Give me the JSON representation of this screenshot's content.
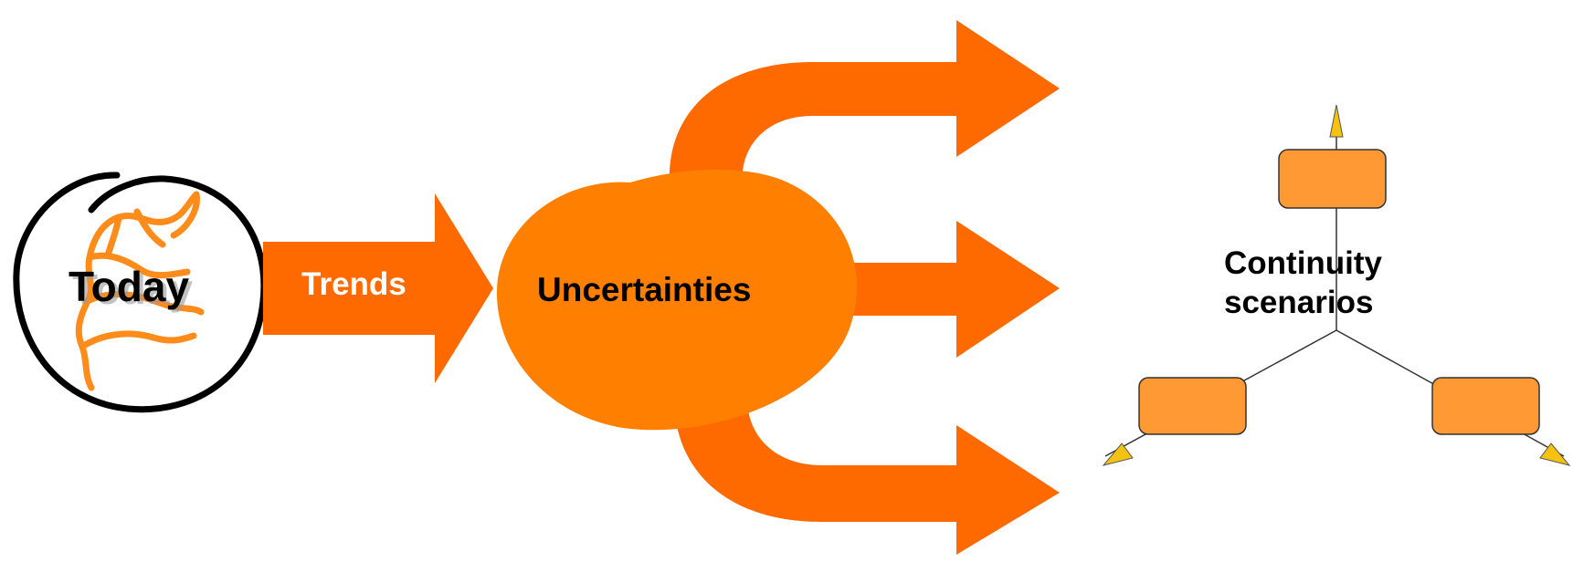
{
  "labels": {
    "today": "Today",
    "trends": "Trends",
    "uncertainties": "Uncertainties",
    "continuity_line1": "Continuity",
    "continuity_line2": "scenarios"
  },
  "colors": {
    "arrow": "#ff6a00",
    "blob": "#ff8000",
    "box": "#ff9933",
    "box_border": "#333333",
    "tip": "#f5c211",
    "map_stroke": "#ff8c1a",
    "ink": "#000000",
    "white_text": "#ffffff"
  }
}
